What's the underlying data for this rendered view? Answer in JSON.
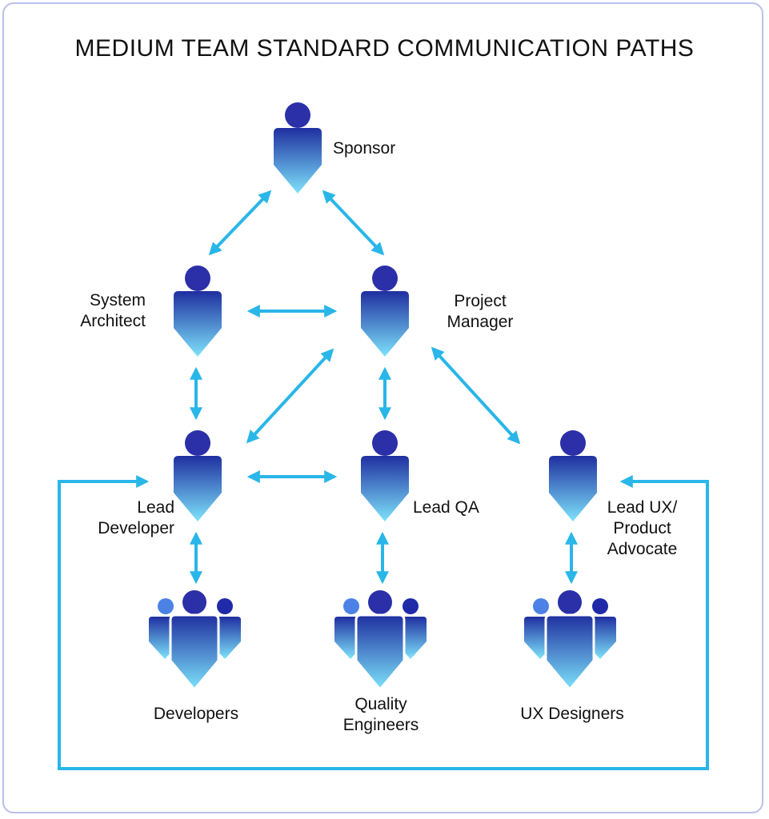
{
  "title": "MEDIUM TEAM STANDARD COMMUNICATION PATHS",
  "nodes": {
    "sponsor": "Sponsor",
    "system_architect": "System\nArchitect",
    "project_manager": "Project\nManager",
    "lead_developer": "Lead\nDeveloper",
    "lead_qa": "Lead QA",
    "lead_ux": "Lead UX/\nProduct\nAdvocate",
    "developers": "Developers",
    "quality_engineers": "Quality\nEngineers",
    "ux_designers": "UX Designers"
  },
  "colors": {
    "head": "#2b2fa8",
    "body_top": "#1f2fa0",
    "body_bottom": "#7ee3fb",
    "arrow": "#29b6e8",
    "frame": "#b9c0ea"
  }
}
